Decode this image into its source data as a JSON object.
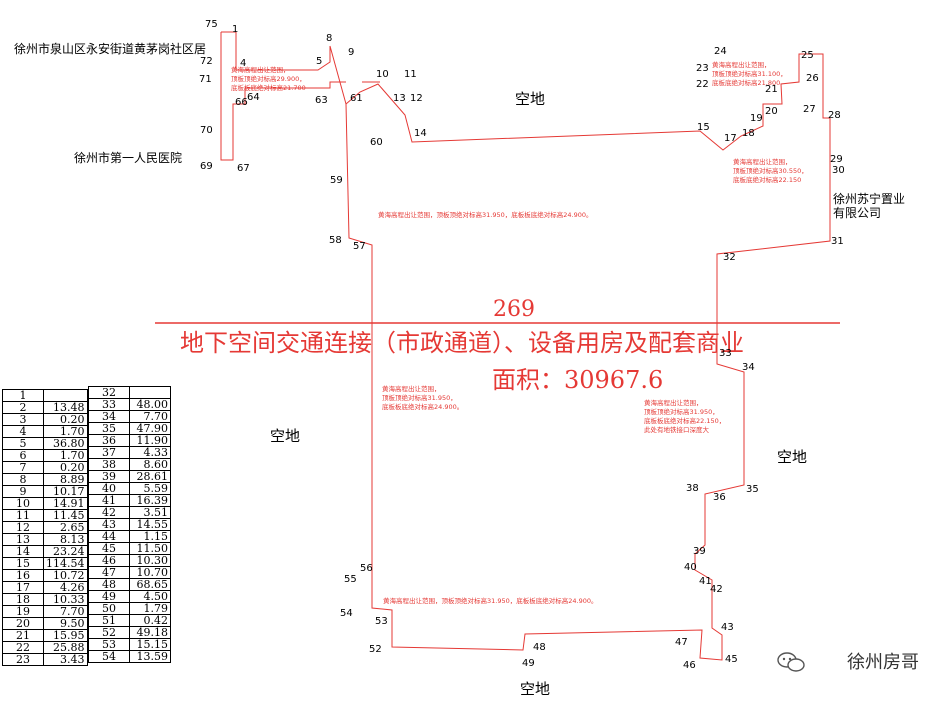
{
  "parcel_number": "269",
  "title_line": "地下空间交通连接（市政通道）、设备用房及配套商业",
  "area_line": "面积：30967.6",
  "neighbors": {
    "residence": "徐州市泉山区永安街道黄茅岗社区居",
    "hospital": "徐州市第一人民医院",
    "company_line1": "徐州苏宁置业",
    "company_line2": "有限公司"
  },
  "open_space_label": "空地",
  "notes": {
    "n1_l1": "黄海高程出让范围，",
    "n1_l2": "顶板顶绝对标高29.900，",
    "n1_l3": "底板板底绝对标高21.700",
    "n2_l1": "黄海高程出让范围，",
    "n2_l2": "顶板顶绝对标高31.100，",
    "n2_l3": "底板底绝对标高21.800",
    "n3_l1": "黄海高程出让范围，",
    "n3_l2": "顶板顶绝对标高30.550，",
    "n3_l3": "底板底绝对标高22.150",
    "n4": "黄海高程出让范围，顶板顶绝对标高31.950，底板板底绝对标高24.900。",
    "n5_l1": "黄海高程出让范围，",
    "n5_l2": "顶板顶绝对标高31.950，",
    "n5_l3": "底板板底绝对标高24.900。",
    "n6_l1": "黄海高程出让范围，",
    "n6_l2": "顶板顶绝对标高31.950，",
    "n6_l3": "底板板底绝对标高22.150，",
    "n6_l4": "此处有地铁接口深度大",
    "n7": "黄海高程出让范围，顶板顶绝对标高31.950，底板板底绝对标高24.900。"
  },
  "vertex_labels": [
    "1",
    "4",
    "5",
    "8",
    "9",
    "10",
    "11",
    "12",
    "13",
    "14",
    "15",
    "17",
    "18",
    "19",
    "20",
    "21",
    "22",
    "23",
    "24",
    "25",
    "26",
    "27",
    "28",
    "29",
    "30",
    "31",
    "32",
    "33",
    "34",
    "35",
    "36",
    "38",
    "39",
    "40",
    "41",
    "42",
    "43",
    "45",
    "46",
    "47",
    "48",
    "49",
    "52",
    "53",
    "54",
    "55",
    "56",
    "57",
    "58",
    "59",
    "60",
    "61",
    "63",
    "64",
    "66",
    "67",
    "69",
    "70",
    "71",
    "72",
    "75"
  ],
  "table_left": [
    {
      "n": "1",
      "v": ""
    },
    {
      "n": "2",
      "v": "13.48"
    },
    {
      "n": "3",
      "v": "0.20"
    },
    {
      "n": "4",
      "v": "1.70"
    },
    {
      "n": "5",
      "v": "36.80"
    },
    {
      "n": "6",
      "v": "1.70"
    },
    {
      "n": "7",
      "v": "0.20"
    },
    {
      "n": "8",
      "v": "8.89"
    },
    {
      "n": "9",
      "v": "10.17"
    },
    {
      "n": "10",
      "v": "14.91"
    },
    {
      "n": "11",
      "v": "11.45"
    },
    {
      "n": "12",
      "v": "2.65"
    },
    {
      "n": "13",
      "v": "8.13"
    },
    {
      "n": "14",
      "v": "23.24"
    },
    {
      "n": "15",
      "v": "114.54"
    },
    {
      "n": "16",
      "v": "10.72"
    },
    {
      "n": "17",
      "v": "4.26"
    },
    {
      "n": "18",
      "v": "10.33"
    },
    {
      "n": "19",
      "v": "7.70"
    },
    {
      "n": "20",
      "v": "9.50"
    },
    {
      "n": "21",
      "v": "15.95"
    },
    {
      "n": "22",
      "v": "25.88"
    },
    {
      "n": "23",
      "v": "3.43"
    }
  ],
  "table_right": [
    {
      "n": "32",
      "v": ""
    },
    {
      "n": "33",
      "v": "48.00"
    },
    {
      "n": "34",
      "v": "7.70"
    },
    {
      "n": "35",
      "v": "47.90"
    },
    {
      "n": "36",
      "v": "11.90"
    },
    {
      "n": "37",
      "v": "4.33"
    },
    {
      "n": "38",
      "v": "8.60"
    },
    {
      "n": "39",
      "v": "28.61"
    },
    {
      "n": "40",
      "v": "5.59"
    },
    {
      "n": "41",
      "v": "16.39"
    },
    {
      "n": "42",
      "v": "3.51"
    },
    {
      "n": "43",
      "v": "14.55"
    },
    {
      "n": "44",
      "v": "1.15"
    },
    {
      "n": "45",
      "v": "11.50"
    },
    {
      "n": "46",
      "v": "10.30"
    },
    {
      "n": "47",
      "v": "10.70"
    },
    {
      "n": "48",
      "v": "68.65"
    },
    {
      "n": "49",
      "v": "4.50"
    },
    {
      "n": "50",
      "v": "1.79"
    },
    {
      "n": "51",
      "v": "0.42"
    },
    {
      "n": "52",
      "v": "49.18"
    },
    {
      "n": "53",
      "v": "15.15"
    },
    {
      "n": "54",
      "v": "13.59"
    }
  ],
  "watermark": "徐州房哥",
  "colors": {
    "boundary": "#e53935",
    "title": "#e53935",
    "text": "#000000"
  }
}
